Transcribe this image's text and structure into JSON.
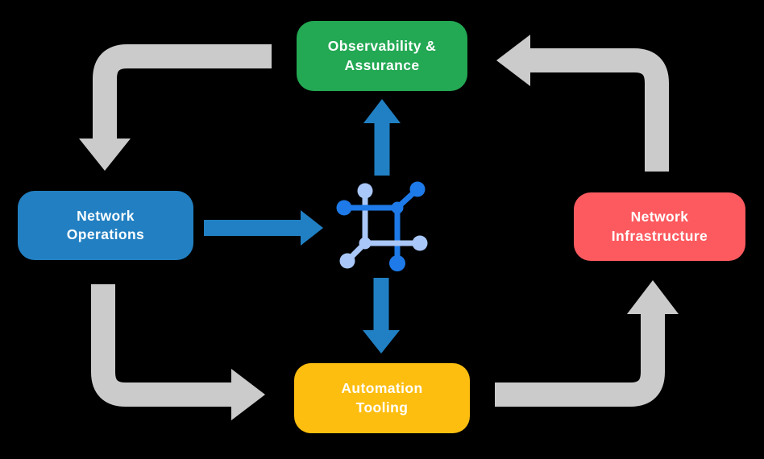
{
  "diagram": {
    "type": "cycle-flow-diagram",
    "background": "#000000",
    "nodes": [
      {
        "id": "observability-assurance",
        "label": "Observability &\nAssurance",
        "color": "#23a853",
        "text_color": "#ffffff",
        "position": "top-center"
      },
      {
        "id": "network-operations",
        "label": "Network\nOperations",
        "color": "#2280c2",
        "text_color": "#ffffff",
        "position": "middle-left"
      },
      {
        "id": "network-infrastructure",
        "label": "Network\nInfrastructure",
        "color": "#fc5a5f",
        "text_color": "#ffffff",
        "position": "middle-right"
      },
      {
        "id": "automation-tooling",
        "label": "Automation\nTooling",
        "color": "#fdbe10",
        "text_color": "#ffffff",
        "position": "bottom-center"
      }
    ],
    "center_icon": {
      "name": "network-fabric-icon",
      "dark_blue": "#1e7ae8",
      "light_blue": "#a9c7f8"
    },
    "colors": {
      "cycle_arrow_gray": "#cbcbcb",
      "flow_arrow_blue": "#2180c4"
    },
    "edges": [
      {
        "from": "observability-assurance",
        "to": "network-operations",
        "style": "gray-elbow"
      },
      {
        "from": "network-operations",
        "to": "automation-tooling",
        "style": "gray-elbow"
      },
      {
        "from": "automation-tooling",
        "to": "network-infrastructure",
        "style": "gray-elbow"
      },
      {
        "from": "network-infrastructure",
        "to": "observability-assurance",
        "style": "gray-elbow"
      },
      {
        "from": "network-operations",
        "to": "center-icon",
        "style": "blue-straight"
      },
      {
        "from": "center-icon",
        "to": "observability-assurance",
        "style": "blue-straight"
      },
      {
        "from": "center-icon",
        "to": "automation-tooling",
        "style": "blue-straight"
      }
    ]
  }
}
